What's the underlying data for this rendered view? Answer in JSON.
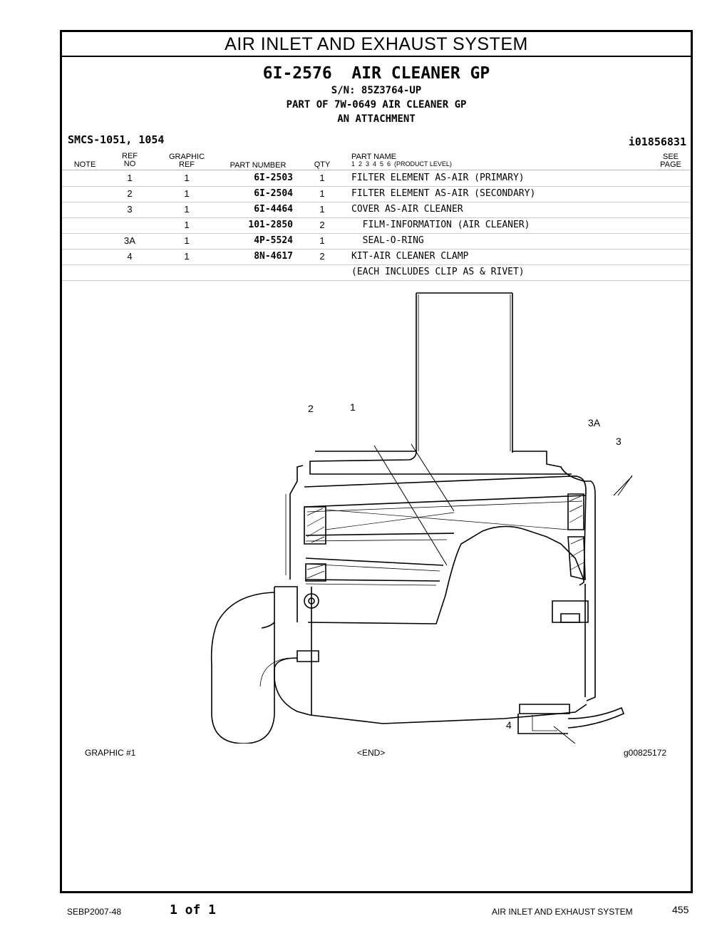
{
  "section_title": "AIR INLET AND EXHAUST SYSTEM",
  "group_title": "6I-2576  AIR CLEANER GP",
  "serial": "S/N: 85Z3764-UP",
  "part_of": "PART OF 7W-0649 AIR CLEANER GP",
  "attachment": "AN ATTACHMENT",
  "smcs": "SMCS-1051, 1054",
  "ident": "i01856831",
  "headers": {
    "note": "NOTE",
    "ref_no_1": "REF",
    "ref_no_2": "NO",
    "graphic_ref_1": "GRAPHIC",
    "graphic_ref_2": "REF",
    "part_number": "PART NUMBER",
    "qty": "QTY",
    "part_name": "PART NAME",
    "levels": "1  2  3  4  5  6  (PRODUCT LEVEL)",
    "see_page_1": "SEE",
    "see_page_2": "PAGE"
  },
  "rows": [
    {
      "ref": "1",
      "gref": "1",
      "pn": "6I-2503",
      "qty": "1",
      "name": "FILTER ELEMENT AS-AIR (PRIMARY)"
    },
    {
      "ref": "2",
      "gref": "1",
      "pn": "6I-2504",
      "qty": "1",
      "name": "FILTER ELEMENT AS-AIR (SECONDARY)"
    },
    {
      "ref": "3",
      "gref": "1",
      "pn": "6I-4464",
      "qty": "1",
      "name": "COVER AS-AIR CLEANER"
    },
    {
      "ref": "",
      "gref": "1",
      "pn": "101-2850",
      "qty": "2",
      "name": "  FILM-INFORMATION (AIR CLEANER)"
    },
    {
      "ref": "3A",
      "gref": "1",
      "pn": "4P-5524",
      "qty": "1",
      "name": "  SEAL-O-RING"
    },
    {
      "ref": "4",
      "gref": "1",
      "pn": "8N-4617",
      "qty": "2",
      "name": "KIT-AIR CLEANER CLAMP"
    },
    {
      "ref": "",
      "gref": "",
      "pn": "",
      "qty": "",
      "name": "(EACH INCLUDES CLIP AS & RIVET)"
    }
  ],
  "callouts": {
    "c1": "1",
    "c2": "2",
    "c3": "3",
    "c3a": "3A",
    "c4": "4"
  },
  "graphic_label": "GRAPHIC #1",
  "end_label": "<END>",
  "graphic_id": "g00825172",
  "footer": {
    "doc": "SEBP2007-48",
    "page_of": "1 of 1",
    "section": "AIR INLET AND EXHAUST SYSTEM",
    "page": "455"
  }
}
